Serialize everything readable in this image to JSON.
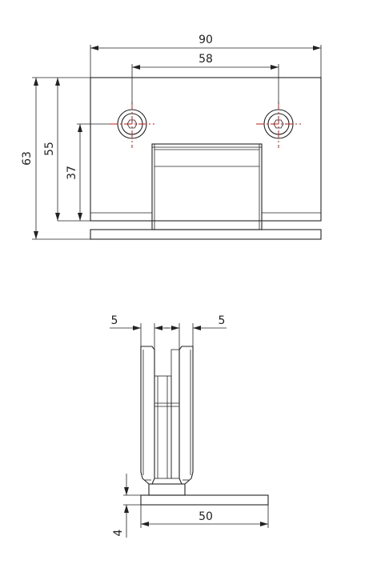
{
  "front_view": {
    "dimensions": {
      "overall_width": "90",
      "hole_spacing": "58",
      "overall_height": "63",
      "body_height": "55",
      "hole_height": "37"
    }
  },
  "side_view": {
    "dimensions": {
      "left_gap": "5",
      "right_gap": "5",
      "base_width": "50",
      "base_thickness": "4"
    }
  },
  "colors": {
    "lines": "#222222",
    "centerlines": "#c21818"
  }
}
